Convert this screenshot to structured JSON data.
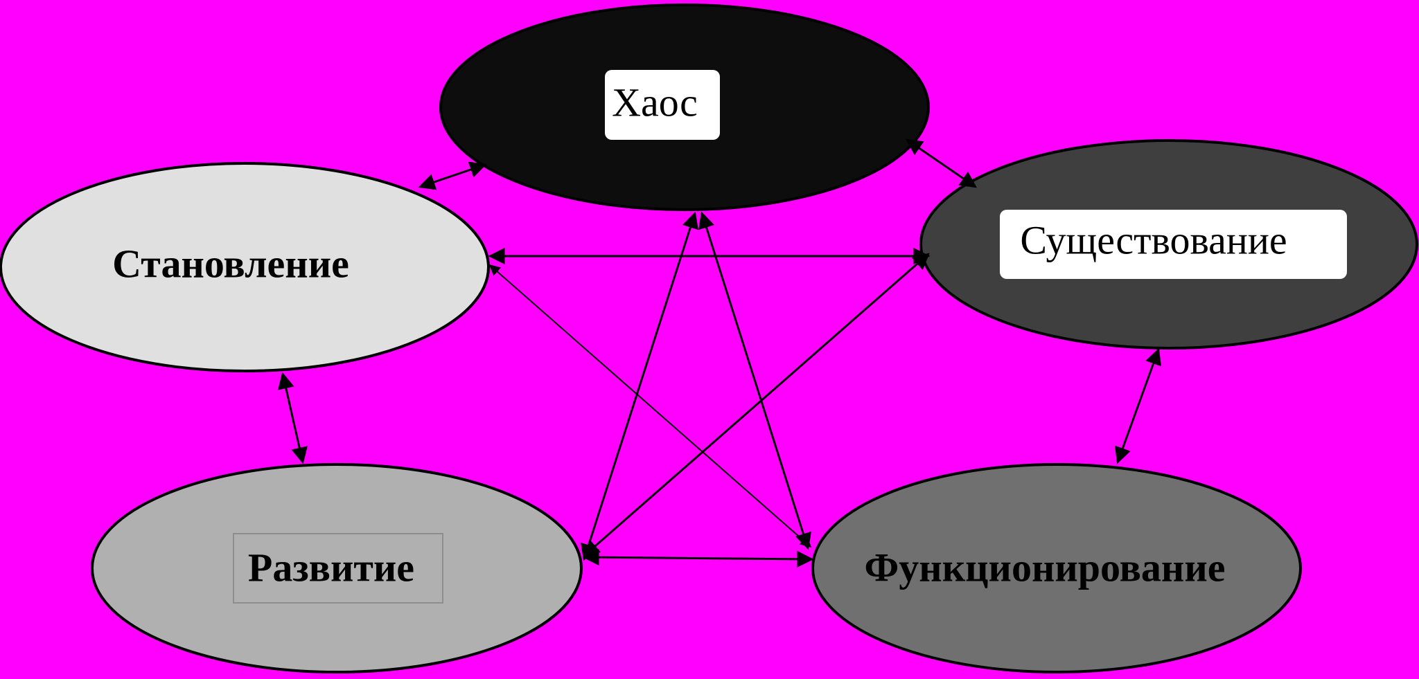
{
  "diagram": {
    "background": "#ff00ff",
    "nodes": {
      "chaos": {
        "label": "Хаос",
        "fill": "#0d0d0d"
      },
      "stanovlenie": {
        "label": "Становление",
        "fill": "#e0e0e0"
      },
      "sushchestvovanie": {
        "label": "Существование",
        "fill": "#3f3f3f"
      },
      "razvitie": {
        "label": "Развитие",
        "fill": "#b0b0b0"
      },
      "funktsionirovanie": {
        "label": "Функционирование",
        "fill": "#707070"
      }
    },
    "connections": [
      [
        "chaos",
        "stanovlenie"
      ],
      [
        "chaos",
        "sushchestvovanie"
      ],
      [
        "chaos",
        "razvitie"
      ],
      [
        "chaos",
        "funktsionirovanie"
      ],
      [
        "stanovlenie",
        "sushchestvovanie"
      ],
      [
        "stanovlenie",
        "razvitie"
      ],
      [
        "stanovlenie",
        "funktsionirovanie"
      ],
      [
        "sushchestvovanie",
        "razvitie"
      ],
      [
        "sushchestvovanie",
        "funktsionirovanie"
      ],
      [
        "razvitie",
        "funktsionirovanie"
      ]
    ]
  }
}
